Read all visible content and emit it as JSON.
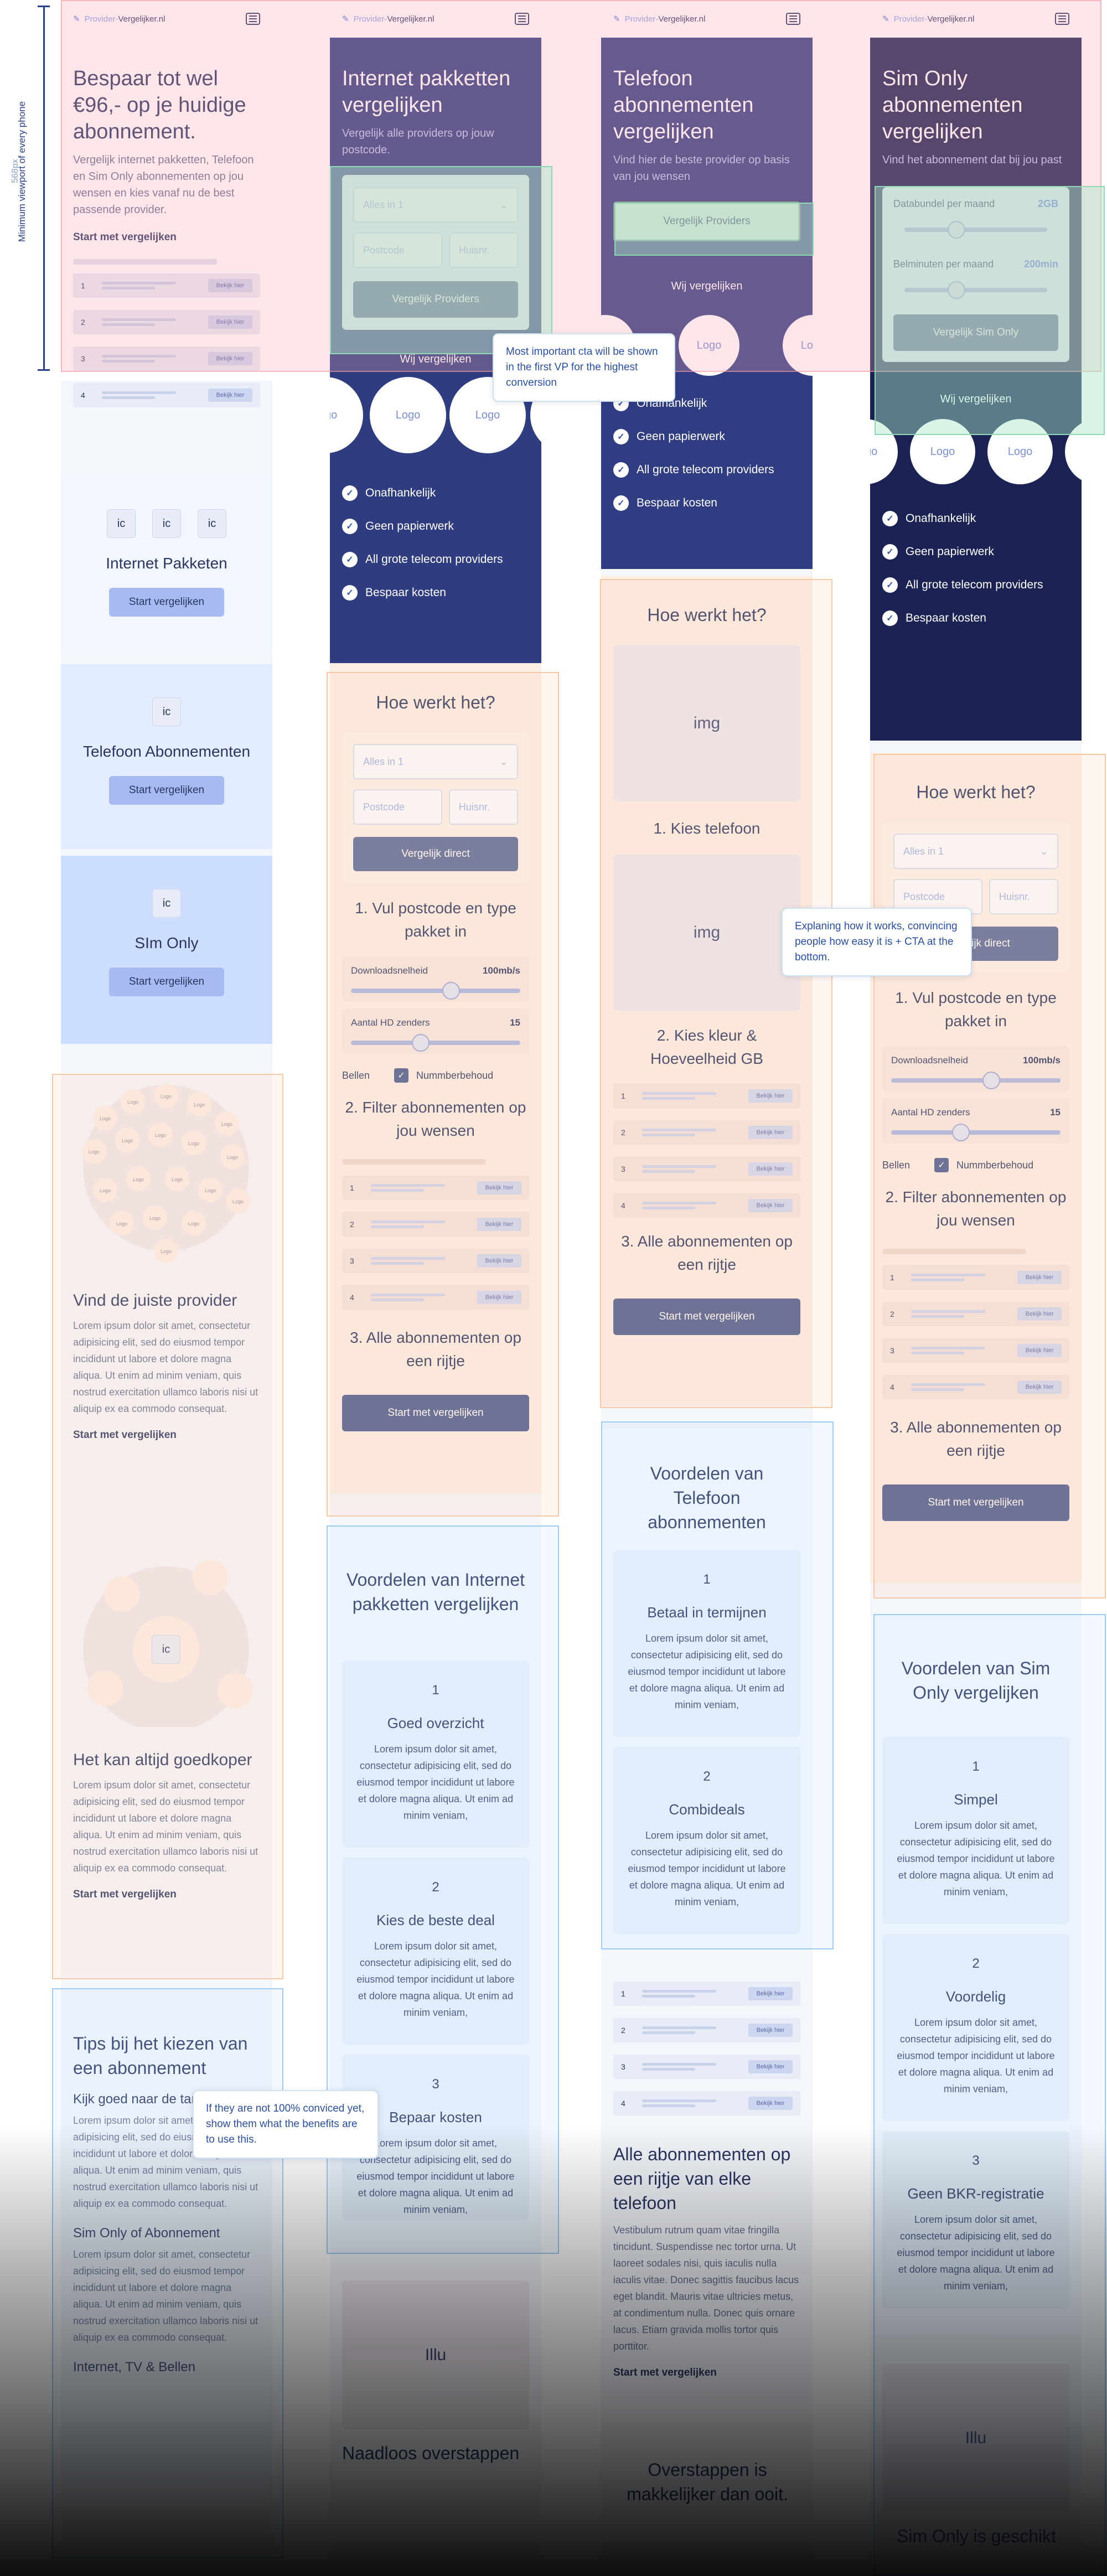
{
  "annotation": {
    "viewport_label": "Minimum viewport of every phone",
    "viewport_px": "568px"
  },
  "nav": {
    "brand_prefix": "Provider-",
    "brand_suffix": "Vergelijker.nl"
  },
  "colors": {
    "navy": "#2a3560",
    "blue": "#3a56a8",
    "accent": "#7c8fd8",
    "pink_overlay": "#f7c6cc",
    "green_overlay": "#bfead4",
    "orange_overlay": "#fde1c8",
    "blue_overlay": "#cfe4fb"
  },
  "col1": {
    "hero_title": "Bespaar tot wel €96,- op je huidige abonnement.",
    "hero_text": "Vergelijk internet pakketten, Telefoon en Sim Only abonnementen op jou wensen en kies vanaf nu de best passende provider.",
    "hero_cta": "Start met vergelijken",
    "rows": [
      {
        "n": "1",
        "btn": "Bekijk hier"
      },
      {
        "n": "2",
        "btn": "Bekijk hier"
      },
      {
        "n": "3",
        "btn": "Bekijk hier"
      },
      {
        "n": "4",
        "btn": "Bekijk hier"
      }
    ],
    "ic": "ic",
    "sec_internet": "Internet Pakketen",
    "sec_telefoon": "Telefoon Abonnementen",
    "sec_sim": "SIm Only",
    "start_btn": "Start vergelijken",
    "logo": "Logo",
    "provider_title": "Vind de juiste provider",
    "lorem": "Lorem ipsum dolor sit amet, consectetur adipisicing elit, sed do eiusmod tempor incididunt ut labore et dolore magna aliqua. Ut enim ad minim veniam, quis nostrud exercitation ullamco laboris nisi ut aliquip ex ea commodo consequat.",
    "link": "Start met vergelijken",
    "goedkoper_title": "Het kan altijd goedkoper",
    "tips_title": "Tips bij het kiezen van een abonnement",
    "tip1": "Kijk goed naar de tarieven",
    "tip2": "Sim Only of Abonnement",
    "tip3": "Internet, TV & Bellen"
  },
  "col2": {
    "hero_title": "Internet pakketten vergelijken",
    "hero_text": "Vergelijk alle providers op jouw postcode.",
    "select": "Alles in 1",
    "postcode": "Postcode",
    "huisnr": "Huisnr.",
    "cta": "Vergelijk Providers",
    "wij": "Wij vergelijken",
    "logo": "Logo",
    "checks": [
      "Onafhankelijk",
      "Geen papierwerk",
      "All grote telecom providers",
      "Bespaar kosten"
    ],
    "how_title": "Hoe werkt het?",
    "direct": "Vergelijk direct",
    "step1": "1. Vul postcode en type pakket in",
    "download": "Downloadsnelheid",
    "download_val": "100mb/s",
    "hd": "Aantal HD zenders",
    "hd_val": "15",
    "bellen": "Bellen",
    "nummer": "Nummberbehoud",
    "step2": "2. Filter abonnementen op jou wensen",
    "step3": "3. Alle abonnementen op een rijtje",
    "start": "Start met vergelijken",
    "rows": [
      {
        "n": "1",
        "btn": "Bekijk hier"
      },
      {
        "n": "2",
        "btn": "Bekijk hier"
      },
      {
        "n": "3",
        "btn": "Bekijk hier"
      },
      {
        "n": "4",
        "btn": "Bekijk hier"
      }
    ],
    "voordelen": "Voordelen van Internet pakketten vergelijken",
    "cards": [
      {
        "n": "1",
        "title": "Goed overzicht"
      },
      {
        "n": "2",
        "title": "Kies de beste deal"
      },
      {
        "n": "3",
        "title": "Bepaar kosten"
      }
    ],
    "card_text": "Lorem ipsum dolor sit amet, consectetur adipisicing elit, sed do eiusmod tempor incididunt ut labore et dolore magna aliqua. Ut enim ad minim veniam,",
    "illu": "Illu",
    "naadloos": "Naadloos overstappen"
  },
  "col3": {
    "hero_title": "Telefoon abonnementen vergelijken",
    "hero_text": "Vind hier de beste provider op basis van jou wensen",
    "cta": "Vergelijk Providers",
    "wij": "Wij vergelijken",
    "logo": "Logo",
    "checks": [
      "Onafhankelijk",
      "Geen papierwerk",
      "All grote telecom providers",
      "Bespaar kosten"
    ],
    "how_title": "Hoe werkt het?",
    "img": "img",
    "step1": "1. Kies telefoon",
    "step2": "2. Kies kleur & Hoeveelheid GB",
    "step3": "3. Alle abonnementen op een rijtje",
    "start": "Start met vergelijken",
    "rows": [
      {
        "n": "1",
        "btn": "Bekijk hier"
      },
      {
        "n": "2",
        "btn": "Bekijk hier"
      },
      {
        "n": "3",
        "btn": "Bekijk hier"
      },
      {
        "n": "4",
        "btn": "Bekijk hier"
      }
    ],
    "voordelen": "Voordelen van Telefoon abonnementen",
    "cards": [
      {
        "n": "1",
        "title": "Betaal in termijnen"
      },
      {
        "n": "2",
        "title": "Combideals"
      }
    ],
    "card_text": "Lorem ipsum dolor sit amet, consectetur adipisicing elit, sed do eiusmod tempor incididunt ut labore et dolore magna aliqua. Ut enim ad minim veniam,",
    "alle_title": "Alle abonnementen op een rijtje van elke telefoon",
    "alle_text": "Vestibulum rutrum quam vitae fringilla tincidunt. Suspendisse nec tortor urna. Ut laoreet sodales nisi, quis iaculis nulla iaculis vitae. Donec sagittis faucibus lacus eget blandit. Mauris vitae ultricies metus, at condimentum nulla. Donec quis ornare lacus. Etiam gravida mollis tortor quis porttitor.",
    "link": "Start met vergelijken",
    "overstappen": "Overstappen is makkelijker dan ooit."
  },
  "col4": {
    "hero_title": "Sim Only abonnementen vergelijken",
    "hero_text": "Vind het abonnement dat bij jou past",
    "databundel": "Databundel per maand",
    "databundel_val": "2GB",
    "belminuten": "Belminuten per maand",
    "belminuten_val": "200min",
    "cta": "Vergelijk Sim Only",
    "wij": "Wij vergelijken",
    "logo": "Logo",
    "checks": [
      "Onafhankelijk",
      "Geen papierwerk",
      "All grote telecom providers",
      "Bespaar kosten"
    ],
    "how_title": "Hoe werkt het?",
    "select": "Alles in 1",
    "postcode": "Postcode",
    "huisnr": "Huisnr.",
    "direct": "Vergelijk direct",
    "step1": "1. Vul postcode en type pakket in",
    "download": "Downloadsnelheid",
    "download_val": "100mb/s",
    "hd": "Aantal HD zenders",
    "hd_val": "15",
    "bellen": "Bellen",
    "nummer": "Nummberbehoud",
    "step2": "2. Filter abonnementen op jou wensen",
    "step3": "3. Alle abonnementen op een rijtje",
    "start": "Start met vergelijken",
    "rows": [
      {
        "n": "1",
        "btn": "Bekijk hier"
      },
      {
        "n": "2",
        "btn": "Bekijk hier"
      },
      {
        "n": "3",
        "btn": "Bekijk hier"
      },
      {
        "n": "4",
        "btn": "Bekijk hier"
      }
    ],
    "voordelen": "Voordelen van Sim Only vergelijken",
    "cards": [
      {
        "n": "1",
        "title": "Simpel"
      },
      {
        "n": "2",
        "title": "Voordelig"
      },
      {
        "n": "3",
        "title": "Geen BKR-registratie"
      }
    ],
    "card_text": "Lorem ipsum dolor sit amet, consectetur adipisicing elit, sed do eiusmod tempor incididunt ut labore et dolore magna aliqua. Ut enim ad minim veniam,",
    "illu": "Illu",
    "geschikt": "Sim Only is geschikt"
  },
  "notes": {
    "cta_note": "Most important cta will be shown in the first VP for the highest conversion",
    "how_note": "Explaning how it works, convincing people how easy it is + CTA at the bottom.",
    "benefits_note": "If they are not 100% conviced yet, show them what the benefits are to use this."
  }
}
